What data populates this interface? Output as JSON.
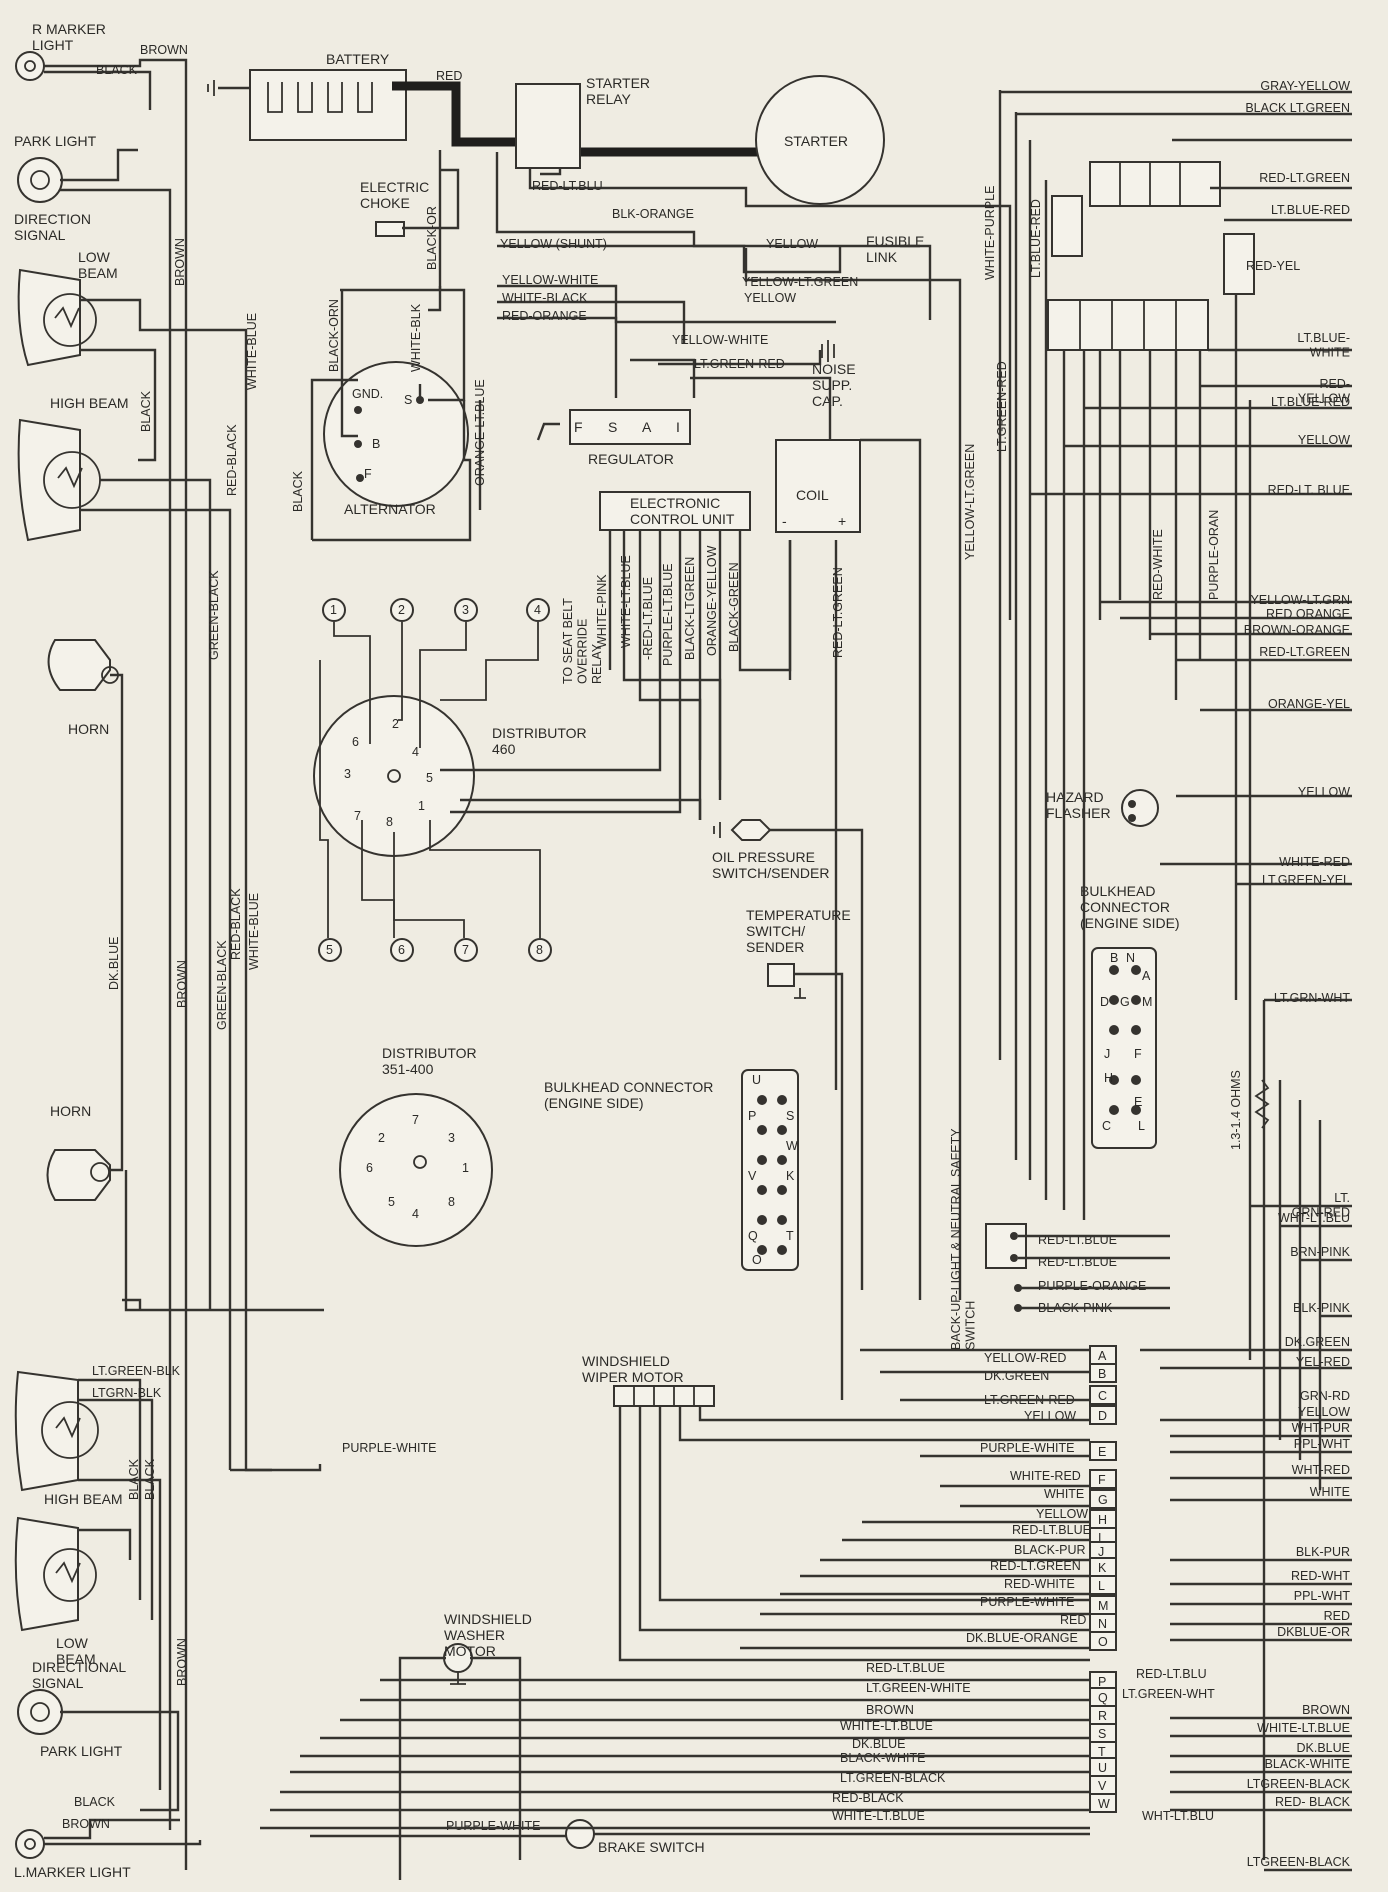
{
  "components": {
    "r_marker_light": "R MARKER\nLIGHT",
    "park_light_r": "PARK LIGHT",
    "direction_signal_r": "DIRECTION\nSIGNAL",
    "low_beam_r": "LOW\nBEAM",
    "high_beam_r": "HIGH BEAM",
    "horn_1": "HORN",
    "horn_2": "HORN",
    "high_beam_l": "HIGH BEAM",
    "low_beam_l": "LOW\nBEAM",
    "directional_signal_l": "DIRECTIONAL\nSIGNAL",
    "park_light_l": "PARK LIGHT",
    "l_marker_light": "L.MARKER LIGHT",
    "battery": "BATTERY",
    "starter_relay": "STARTER\nRELAY",
    "starter": "STARTER",
    "electric_choke": "ELECTRIC\nCHOKE",
    "alternator": "ALTERNATOR",
    "regulator": "REGULATOR",
    "noise_supp_cap": "NOISE\nSUPP.\nCAP.",
    "fusible_link": "FUSIBLE\nLINK",
    "ecu": "ELECTRONIC\nCONTROL UNIT",
    "coil": "COIL",
    "distributor_460": "DISTRIBUTOR\n460",
    "distributor_351_400": "DISTRIBUTOR\n351-400",
    "oil_pressure": "OIL PRESSURE\nSWITCH/SENDER",
    "temperature": "TEMPERATURE\nSWITCH/\nSENDER",
    "bulkhead_engine_side_1": "BULKHEAD CONNECTOR\n(ENGINE SIDE)",
    "bulkhead_engine_side_2": "BULKHEAD\nCONNECTOR\n(ENGINE SIDE)",
    "hazard_flasher": "HAZARD\nFLASHER",
    "wiper_motor": "WINDSHIELD\nWIPER MOTOR",
    "washer_motor": "WINDSHIELD\nWASHER\nMOTOR",
    "brake_switch": "BRAKE SWITCH",
    "backup_switch": "BACK-UP-LIGHT & NEUTRAL SAFETY\nSWITCH",
    "seat_belt_relay": "TO SEAT BELT\nOVERRIDE\nRELAY",
    "resistor": "1.3-1.4 OHMS"
  },
  "terminals": {
    "alt_gnd": "GND.",
    "alt_s": "S",
    "alt_b": "B",
    "alt_f": "F",
    "reg_pins": [
      "F",
      "S",
      "A",
      "I"
    ],
    "coil_minus": "-",
    "coil_plus": "+",
    "dist460_pins": [
      "6",
      "2",
      "4",
      "3",
      "5",
      "1",
      "7",
      "8"
    ],
    "dist351_pins": [
      "7",
      "2",
      "3",
      "6",
      "1",
      "5",
      "4",
      "8"
    ],
    "circled": [
      "1",
      "2",
      "3",
      "4",
      "5",
      "6",
      "7",
      "8"
    ],
    "bulkhead_letters": [
      "A",
      "B",
      "C",
      "D",
      "E",
      "F",
      "G",
      "H",
      "I",
      "J",
      "K",
      "L",
      "M",
      "N",
      "O",
      "P",
      "Q",
      "R",
      "S",
      "T",
      "U",
      "V",
      "W"
    ],
    "bh1_letters": [
      "U",
      "P",
      "S",
      "W",
      "V",
      "K",
      "Q",
      "T",
      "O"
    ],
    "bh2_letters": [
      "B",
      "N",
      "A",
      "D",
      "G",
      "M",
      "J",
      "F",
      "H",
      "E",
      "C",
      "L"
    ]
  },
  "wires_left": [
    "BROWN",
    "BLACK",
    "WHITE-BLUE",
    "BROWN",
    "BLACK",
    "RED-BLACK",
    "GREEN-BLACK",
    "DK.BLUE",
    "BROWN",
    "GREEN-BLACK",
    "RED-BLACK",
    "WHITE-BLUE",
    "LT.GREEN-BLK",
    "LTGRN-BLK",
    "BLACK",
    "BLACK",
    "BROWN",
    "BLACK",
    "BROWN",
    "PURPLE-WHITE"
  ],
  "wires_engine": [
    "RED",
    "RED-LT.BLU",
    "BLK-ORANGE",
    "YELLOW (SHUNT)",
    "YELLOW",
    "YELLOW-WHITE",
    "WHITE-BLACK",
    "RED-ORANGE",
    "YELLOW-LT.GREEN",
    "YELLOW",
    "YELLOW-WHITE",
    "LT.GREEN-RED",
    "BLACK-OR",
    "BLACK-ORN",
    "WHITE-BLK",
    "ORANGE-LT.BLUE",
    "BLACK",
    "WHITE-PINK",
    "WHITE-LT.BLUE",
    "-RED-LT.BLUE",
    "PURPLE-LT.BLUE",
    "BLACK-LTGREEN",
    "ORANGE-YELLOW",
    "BLACK-GREEN",
    "RED-LT.GREEN",
    "WHITE-PURPLE",
    "LT.BLUE-RED",
    "LT.GREEN-RED",
    "YELLOW-LT.GREEN",
    "RED-WHITE",
    "PURPLE-ORAN",
    "RED-YEL"
  ],
  "wires_switch": [
    "RED-LT.BLUE",
    "RED-LT.BLUE",
    "PURPLE-ORANGE",
    "BLACK-PINK"
  ],
  "wires_bulkhead_left": [
    "YELLOW-RED",
    "DK.GREEN",
    "LT.GREEN-RED",
    "YELLOW",
    "PURPLE-WHITE",
    "WHITE-RED",
    "WHITE",
    "YELLOW",
    "RED-LT.BLUE",
    "BLACK-PUR",
    "RED-LT.GREEN",
    "RED-WHITE",
    "PURPLE-WHITE",
    "RED",
    "DK.BLUE-ORANGE",
    "RED-LT.BLUE",
    "LT.GREEN-WHITE",
    "BROWN",
    "WHITE-LT.BLUE",
    "DK.BLUE",
    "BLACK-WHITE",
    "LT.GREEN-BLACK",
    "RED-BLACK",
    "WHITE-LT.BLUE",
    "RED-LT.BLU",
    "LT.GREEN-WHT",
    "WHT-LT.BLU"
  ],
  "wires_right": [
    "GRAY-YELLOW",
    "BLACK LT.GREEN",
    "RED-LT.GREEN",
    "LT.BLUE-RED",
    "LT.BLUE-\nWHITE",
    "RED-\nYELLOW",
    "LT.BLUE-RED",
    "YELLOW",
    "RED-LT. BLUE",
    "YELLOW-LT.GRN",
    "RED ORANGE",
    "BROWN-ORANGE",
    "RED-LT.GREEN",
    "ORANGE-YEL",
    "YELLOW",
    "WHITE-RED",
    "LT.GREEN-YEL",
    "LT.GRN-WHT",
    "LT.\nGRN-RED",
    "WHT-LT.BLU",
    "BRN-PINK",
    "BLK-PINK",
    "DK.GREEN",
    "YEL-RED",
    "GRN-RD",
    "YELLOW",
    "WHT-PUR",
    "PPL-WHT",
    "WHT-RED",
    "WHITE",
    "BLK-PUR",
    "RED-WHT",
    "PPL-WHT",
    "RED",
    "DKBLUE-OR",
    "BROWN",
    "WHITE-LT.BLUE",
    "DK.BLUE",
    "BLACK-WHITE",
    "LTGREEN-BLACK",
    "RED- BLACK",
    "LTGREEN-BLACK"
  ],
  "wires_bottom": [
    "PURPLE-WHITE",
    "BLACK",
    "BROWN"
  ],
  "colors": {
    "paper": "#efece2",
    "ink": "#35332f"
  }
}
